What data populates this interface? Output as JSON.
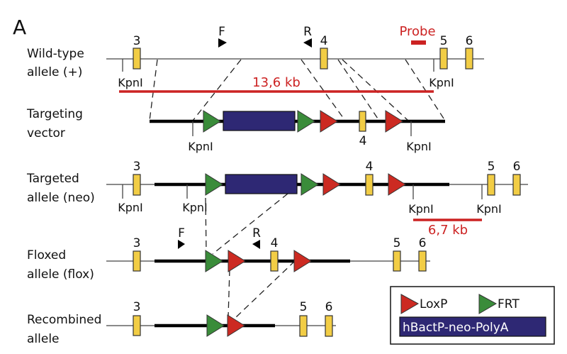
{
  "panel_label": "A",
  "colors": {
    "exon": "#f2cd45",
    "loxp": "#cc2a22",
    "frt": "#3a8c3a",
    "cassette": "#2e2874",
    "fragment": "#cc2222"
  },
  "rows": {
    "wildtype": {
      "label_line1": "Wild-type",
      "label_line2": "allele (+)",
      "exons": [
        "3",
        "4",
        "5",
        "6"
      ],
      "primer_f": "F",
      "primer_r": "R",
      "probe_label": "Probe",
      "kpn_left": "KpnI",
      "kpn_right": "KpnI",
      "fragment": "13,6 kb"
    },
    "vector": {
      "label_line1": "Targeting",
      "label_line2": "vector",
      "exon4": "4",
      "kpn_left": "KpnI",
      "kpn_right": "KpnI"
    },
    "targeted": {
      "label_line1": "Targeted",
      "label_line2": "allele (neo)",
      "exons": [
        "3",
        "4",
        "5",
        "6"
      ],
      "kpn1": "KpnI",
      "kpn2": "KpnI",
      "kpn3": "KpnI",
      "kpn4": "KpnI",
      "fragment": "6,7 kb"
    },
    "floxed": {
      "label_line1": "Floxed",
      "label_line2": "allele (flox)",
      "exons": [
        "3",
        "4",
        "5",
        "6"
      ],
      "primer_f": "F",
      "primer_r": "R"
    },
    "recombined": {
      "label_line1": "Recombined",
      "label_line2": "allele",
      "exons": [
        "3",
        "5",
        "6"
      ]
    }
  },
  "legend": {
    "loxp": "LoxP",
    "frt": "FRT",
    "cassette": "hBactP-neo-PolyA"
  }
}
